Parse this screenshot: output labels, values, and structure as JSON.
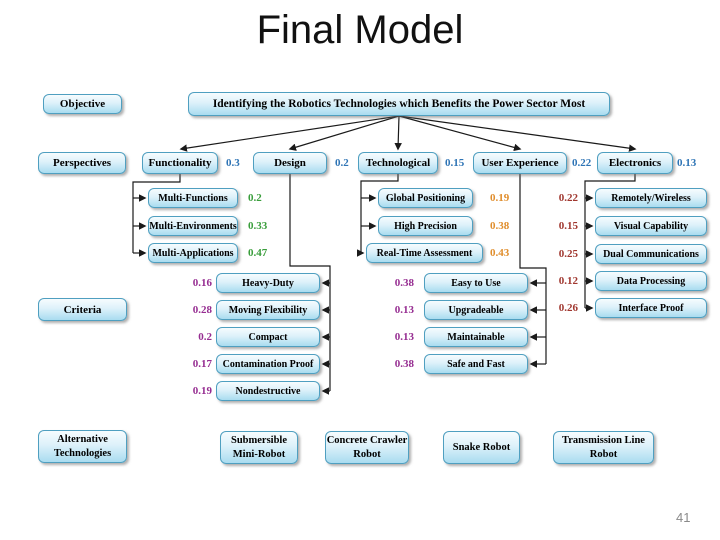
{
  "slide": {
    "title": "Final Model",
    "page_number": "41"
  },
  "colors": {
    "perspective_weight": "#2E74B5",
    "functionality_criteria_weight": "#3A9E3C",
    "design_criteria_weight": "#962D91",
    "technological_criteria_weight": "#E08E2D",
    "user_experience_criteria_weight": "#962D91",
    "electronics_criteria_weight": "#A0372F",
    "node_border": "#4F9FC0",
    "node_fill_light": "#F6FCFE",
    "node_fill_dark": "#A9DCF0",
    "connector_line": "#1A1A1A"
  },
  "diagram": {
    "row_labels": {
      "objective": "Objective",
      "perspectives": "Perspectives",
      "criteria": "Criteria",
      "alternatives": "Alternative Technologies"
    },
    "objective": "Identifying the Robotics Technologies which Benefits the Power Sector Most",
    "perspectives": [
      {
        "label": "Functionality",
        "weight": "0.3",
        "criteria": [
          {
            "label": "Multi-Functions",
            "weight": "0.2"
          },
          {
            "label": "Multi-Environments",
            "weight": "0.33"
          },
          {
            "label": "Multi-Applications",
            "weight": "0.47"
          }
        ]
      },
      {
        "label": "Design",
        "weight": "0.2",
        "criteria": [
          {
            "label": "Heavy-Duty",
            "weight": "0.16"
          },
          {
            "label": "Moving Flexibility",
            "weight": "0.28"
          },
          {
            "label": "Compact",
            "weight": "0.2"
          },
          {
            "label": "Contamination Proof",
            "weight": "0.17"
          },
          {
            "label": "Nondestructive",
            "weight": "0.19"
          }
        ]
      },
      {
        "label": "Technological",
        "weight": "0.15",
        "criteria": [
          {
            "label": "Global Positioning",
            "weight": "0.19"
          },
          {
            "label": "High Precision",
            "weight": "0.38"
          },
          {
            "label": "Real-Time Assessment",
            "weight": "0.43"
          }
        ]
      },
      {
        "label": "User Experience",
        "weight": "0.22",
        "criteria": [
          {
            "label": "Easy to Use",
            "weight": "0.38"
          },
          {
            "label": "Upgradeable",
            "weight": "0.13"
          },
          {
            "label": "Maintainable",
            "weight": "0.13"
          },
          {
            "label": "Safe and Fast",
            "weight": "0.38"
          }
        ]
      },
      {
        "label": "Electronics",
        "weight": "0.13",
        "criteria": [
          {
            "label": "Remotely/Wireless",
            "weight": "0.22"
          },
          {
            "label": "Visual Capability",
            "weight": "0.15"
          },
          {
            "label": "Dual Communications",
            "weight": "0.25"
          },
          {
            "label": "Data Processing",
            "weight": "0.12"
          },
          {
            "label": "Interface Proof",
            "weight": "0.26"
          }
        ]
      }
    ],
    "alternatives": [
      {
        "label": "Submersible Mini-Robot"
      },
      {
        "label": "Concrete Crawler Robot"
      },
      {
        "label": "Snake Robot"
      },
      {
        "label": "Transmission Line Robot"
      }
    ]
  }
}
